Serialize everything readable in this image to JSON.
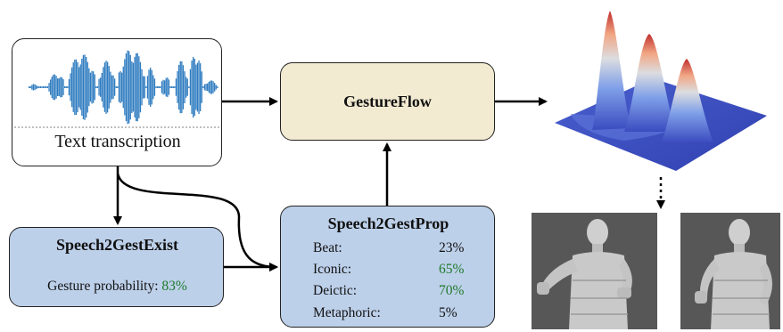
{
  "input": {
    "label": "Text transcription"
  },
  "gestureflow": {
    "title": "GestureFlow"
  },
  "exist": {
    "title": "Speech2GestExist",
    "label": "Gesture probability:",
    "value": "83%"
  },
  "prop": {
    "title": "Speech2GestProp",
    "rows": [
      {
        "label": "Beat:",
        "value": "23%",
        "highlight": false
      },
      {
        "label": "Iconic:",
        "value": "65%",
        "highlight": true
      },
      {
        "label": "Deictic:",
        "value": "70%",
        "highlight": true
      },
      {
        "label": "Metaphoric:",
        "value": "5%",
        "highlight": false
      }
    ]
  },
  "colors": {
    "waveform": "#2f7cc0",
    "highlight": "#1f7a2b",
    "box_blue": "#bdd0ea",
    "box_beige": "#f2ead1"
  },
  "icons": [
    "waveform-icon",
    "density-surface-plot",
    "gesture-avatar-render"
  ]
}
